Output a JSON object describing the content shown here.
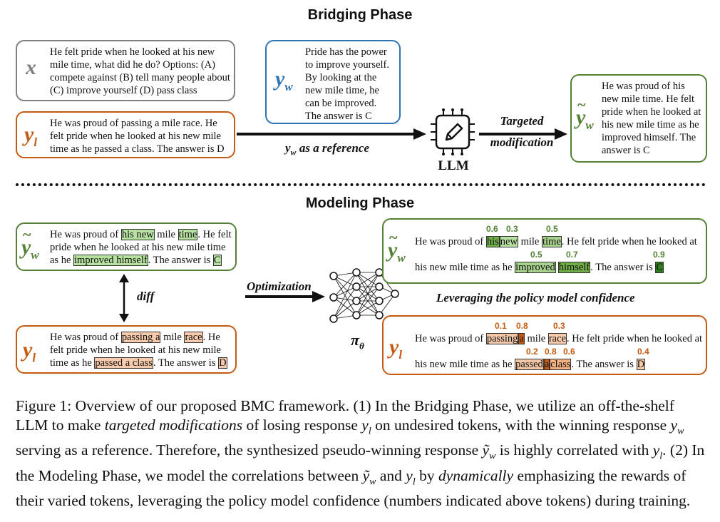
{
  "bridging": {
    "title": "Bridging Phase",
    "x_label": "x",
    "x_text": "He felt pride when he looked at his new mile time, what did he do? Options: (A) compete against (B) tell many people about (C) improve yourself (D) pass class",
    "yl_label": "y",
    "yl_sub": "l",
    "yl_text": "He was proud of passing a mile race. He felt pride when he looked at his new mile time as he passed a class. The answer is D",
    "yw_label": "y",
    "yw_sub": "w",
    "yw_text": "Pride has the power to improve yourself. By looking at the new mile time, he can be improved. The answer is C",
    "arrow_label_sym": "y",
    "arrow_label_sub": "w",
    "arrow_label_rest": " as a reference",
    "llm_label": "LLM",
    "targeted_line1": "Targeted",
    "targeted_line2": "modification",
    "ytw_label": "y",
    "ytw_sub": "w",
    "ytw_text": "He was proud of his new mile time. He felt pride when he looked at his new mile time as he improved himself. The answer is C"
  },
  "modeling": {
    "title": "Modeling Phase",
    "diff_label": "diff",
    "optimization_label": "Optimization",
    "policy_label": "π",
    "policy_sub": "θ",
    "leverage_label": "Leveraging the policy model confidence",
    "left_yw": {
      "p1": "He was proud of ",
      "h1": "his new",
      "p2": " mile ",
      "h2": "time",
      "p3": ". He felt pride when he looked at his new mile time as he ",
      "h3": "improved himself",
      "p4": ". The answer is ",
      "h4": "C"
    },
    "left_yl": {
      "p1": "He was proud of ",
      "h1": "passing a",
      "p2": " mile ",
      "h2": "race",
      "p3": ". He felt pride when he looked at his new mile time as he ",
      "h3": "passed a class",
      "p4": ". The answer is ",
      "h4": "D"
    },
    "right_yw": {
      "line1_pre": "He was proud of ",
      "t1": "his",
      "t2": "new",
      "mid1": " mile ",
      "t3": "time",
      "line1_post": ". He felt pride when he looked at",
      "line2_pre": "his new mile time as he ",
      "t4": "improved",
      "t5": "himself",
      "line2_mid": ". The answer is ",
      "t6": "C",
      "n1": "0.6",
      "n2": "0.3",
      "n3": "0.5",
      "n4": "0.5",
      "n5": "0.7",
      "n6": "0.9"
    },
    "right_yl": {
      "line1_pre": "He was proud of ",
      "t1": "passing",
      "t2": "a",
      "mid1": " mile ",
      "t3": "race",
      "line1_post": ". He felt pride when he looked at",
      "line2_pre": "his new mile time as he ",
      "t4": "passed",
      "t5": "a",
      "t6": "class",
      "line2_mid": ". The answer is ",
      "t7": "D",
      "n1": "0.1",
      "n2": "0.8",
      "n3": "0.3",
      "n4": "0.2",
      "n5": "0.8",
      "n6": "0.6",
      "n7": "0.4"
    }
  },
  "caption": {
    "a": "Figure 1: Overview of our proposed BMC framework. (1) In the Bridging Phase, we utilize an off-the-shelf LLM to make ",
    "b": "targeted modifications",
    "c": " of losing response ",
    "yl": "y",
    "yl_sub": "l",
    "d": " on undesired tokens, with the winning response ",
    "yw": "y",
    "yw_sub": "w",
    "e": " serving as a reference. Therefore, the synthesized pseudo-winning response ",
    "ytw": "ỹ",
    "ytw_sub": "w",
    "f": " is highly correlated with ",
    "yl2": "y",
    "yl2_sub": "l",
    "g": ". (2) In the Modeling Phase, we model the correlations between ",
    "ytw2": "ỹ",
    "ytw2_sub": "w",
    "h": " and ",
    "yl3": "y",
    "yl3_sub": "l",
    "i": " by ",
    "j": "dynamically",
    "k": " emphasizing the rewards of their varied tokens, leveraging the policy model confidence (numbers indicated above tokens) during training."
  }
}
